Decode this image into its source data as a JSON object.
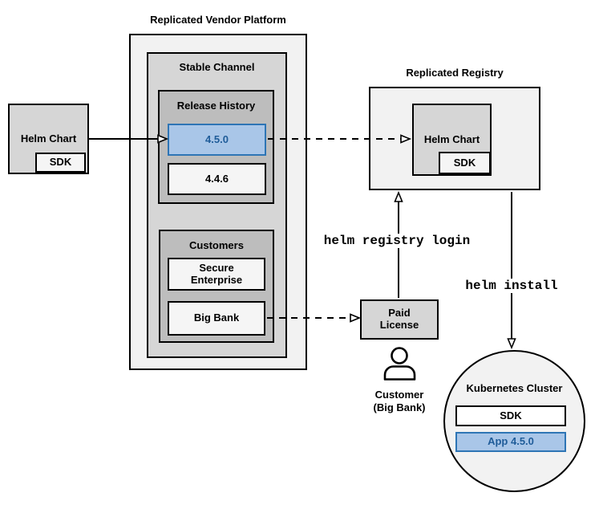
{
  "colors": {
    "highlight_fill": "#a9c6e8",
    "highlight_border": "#2e75b5",
    "highlight_text": "#1f5c99",
    "container_light_gray": "#f2f2f2",
    "container_mid_gray": "#d6d6d6",
    "container_dark_gray": "#bdbdbd",
    "item_offwhite": "#f5f5f5",
    "line_black": "#000000"
  },
  "platform": {
    "title": "Replicated Vendor Platform",
    "stable_channel": {
      "label": "Stable Channel",
      "release_history": {
        "label": "Release History",
        "versions": [
          {
            "label": "4.5.0",
            "highlighted": true
          },
          {
            "label": "4.4.6",
            "highlighted": false
          }
        ]
      },
      "customers": {
        "label": "Customers",
        "items": [
          {
            "label": "Secure Enterprise"
          },
          {
            "label": "Big Bank"
          }
        ]
      }
    }
  },
  "vendor_chart": {
    "label": "Helm Chart",
    "sdk_label": "SDK"
  },
  "registry": {
    "title": "Replicated Registry",
    "chart": {
      "label": "Helm Chart",
      "sdk_label": "SDK"
    }
  },
  "license": {
    "label": "Paid License"
  },
  "customer": {
    "line1": "Customer",
    "line2": "(Big Bank)"
  },
  "cluster": {
    "title": "Kubernetes Cluster",
    "sdk_label": "SDK",
    "app_label": "App 4.5.0"
  },
  "commands": {
    "registry_login": "helm registry login",
    "install": "helm install"
  }
}
